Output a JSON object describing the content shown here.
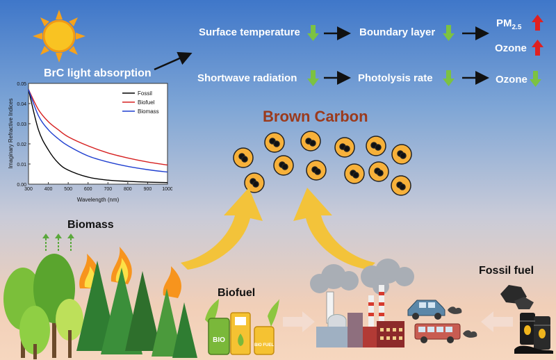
{
  "labels": {
    "brc_absorption": "BrC light absorption",
    "surface_temperature": "Surface temperature",
    "boundary_layer": "Boundary layer",
    "pm25_main": "PM",
    "pm25_sub": "2.5",
    "ozone_up": "Ozone",
    "shortwave_radiation": "Shortwave radiation",
    "photolysis_rate": "Photolysis rate",
    "ozone_down": "Ozone",
    "brown_carbon": "Brown Carbon",
    "biomass": "Biomass",
    "biofuel": "Biofuel",
    "fossil_fuel": "Fossil fuel",
    "bio_can": "BIO",
    "bio_jar": "BIO FUEL"
  },
  "colors": {
    "down_arrow": "#7cc242",
    "up_arrow": "#e02020",
    "flow_arrow": "#f3c33a",
    "brown_carbon_title": "#9b3a1c",
    "particle_fill": "#f7b13a"
  },
  "chart_data": {
    "type": "line",
    "xlabel": "Wavelength (nm)",
    "ylabel": "Imaginary Refractive Indices",
    "xlim": [
      300,
      1000
    ],
    "ylim": [
      0,
      0.05
    ],
    "xticks": [
      300,
      400,
      500,
      600,
      700,
      800,
      900,
      1000
    ],
    "yticks": [
      0.0,
      0.01,
      0.02,
      0.03,
      0.04,
      0.05
    ],
    "ytick_labels": [
      "0.00",
      "0.01",
      "0.02",
      "0.03",
      "0.04",
      "0.05"
    ],
    "legend_position": "top-right",
    "x": [
      300,
      350,
      400,
      450,
      500,
      600,
      700,
      800,
      900,
      1000
    ],
    "series": [
      {
        "name": "Fossil",
        "color": "#000000",
        "values": [
          0.047,
          0.027,
          0.017,
          0.0105,
          0.007,
          0.0035,
          0.002,
          0.0014,
          0.001,
          0.0008
        ]
      },
      {
        "name": "Biofuel",
        "color": "#d62020",
        "values": [
          0.047,
          0.037,
          0.031,
          0.027,
          0.0235,
          0.019,
          0.0155,
          0.013,
          0.011,
          0.0095
        ]
      },
      {
        "name": "Biomass",
        "color": "#1f3fd0",
        "values": [
          0.047,
          0.034,
          0.027,
          0.0225,
          0.019,
          0.014,
          0.011,
          0.0088,
          0.0072,
          0.006
        ]
      }
    ]
  }
}
